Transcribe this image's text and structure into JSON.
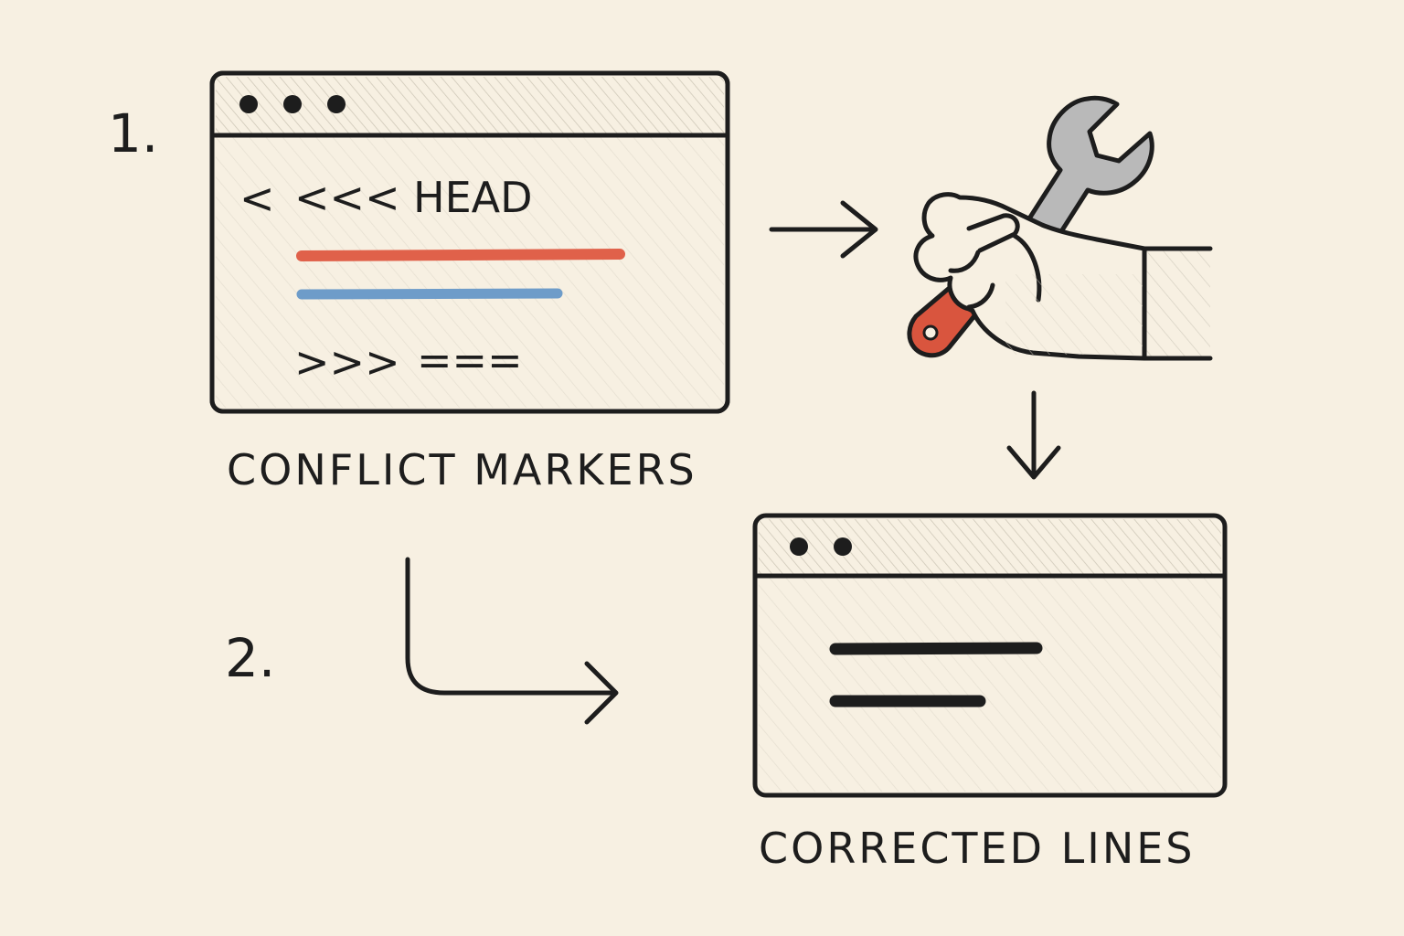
{
  "steps": {
    "step1": "1.",
    "step2": "2."
  },
  "conflict_window": {
    "marker_open": "<",
    "marker_head_chevrons": "<<<",
    "marker_head_label": "HEAD",
    "marker_close_chevrons": ">>>",
    "marker_separator": "===",
    "caption": "CONFLICT MARKERS"
  },
  "corrected_window": {
    "caption": "CORRECTED LINES"
  },
  "colors": {
    "background": "#f7f0e2",
    "ink": "#1d1d1d",
    "ours_line": "#e0614a",
    "theirs_line": "#6e9cc9",
    "wrench_gray": "#b9b9b9",
    "handle_red": "#d9553e"
  },
  "icons": {
    "tool": "hand-holding-wrench-icon",
    "arrow_right": "arrow-right-icon",
    "arrow_down": "arrow-down-icon",
    "arrow_corner": "corner-arrow-icon"
  }
}
